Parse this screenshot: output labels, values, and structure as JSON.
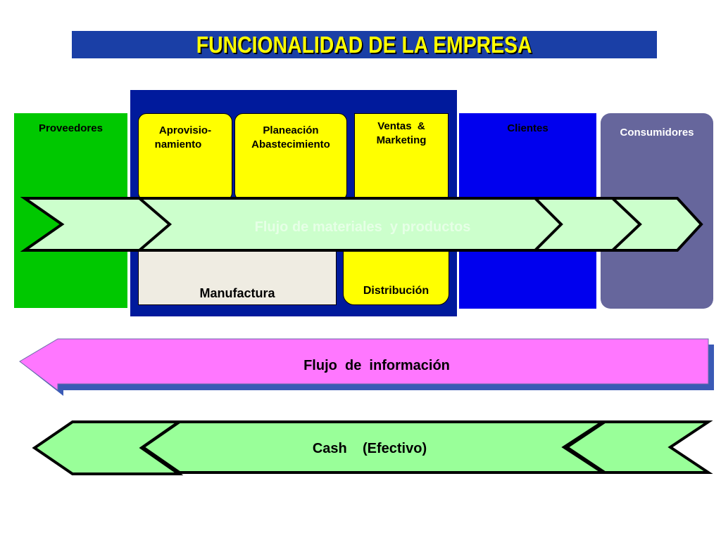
{
  "title": "FUNCIONALIDAD DE LA EMPRESA",
  "panels": {
    "proveedores": "Proveedores",
    "clientes": "Clientes",
    "consumidores": "Consumidores"
  },
  "boxes": {
    "aprovisionamiento": [
      "Aprovisio-",
      "namiento"
    ],
    "planeacion": [
      "Planeación",
      "Abastecimiento"
    ],
    "ventas": [
      "Ventas  &",
      "Marketing"
    ],
    "manufactura": "Manufactura",
    "distribucion": "Distribución"
  },
  "flows": {
    "materiales": "Flujo de materiales  y productos",
    "informacion": "Flujo  de  información",
    "cash": "Cash    (Efectivo)"
  },
  "colors": {
    "title_bg": "#1a3fa6",
    "title_text": "#ffff00",
    "proveedores": "#00c800",
    "empresa": "#001a9c",
    "clientes": "#0000ee",
    "consumidores": "#66669c",
    "yellow_boxes": "#ffff00",
    "manufactura": "#efece2",
    "material_arrows": "#ccffcc",
    "info_arrow": "#ff77ff",
    "cash_arrows": "#99ff99"
  }
}
